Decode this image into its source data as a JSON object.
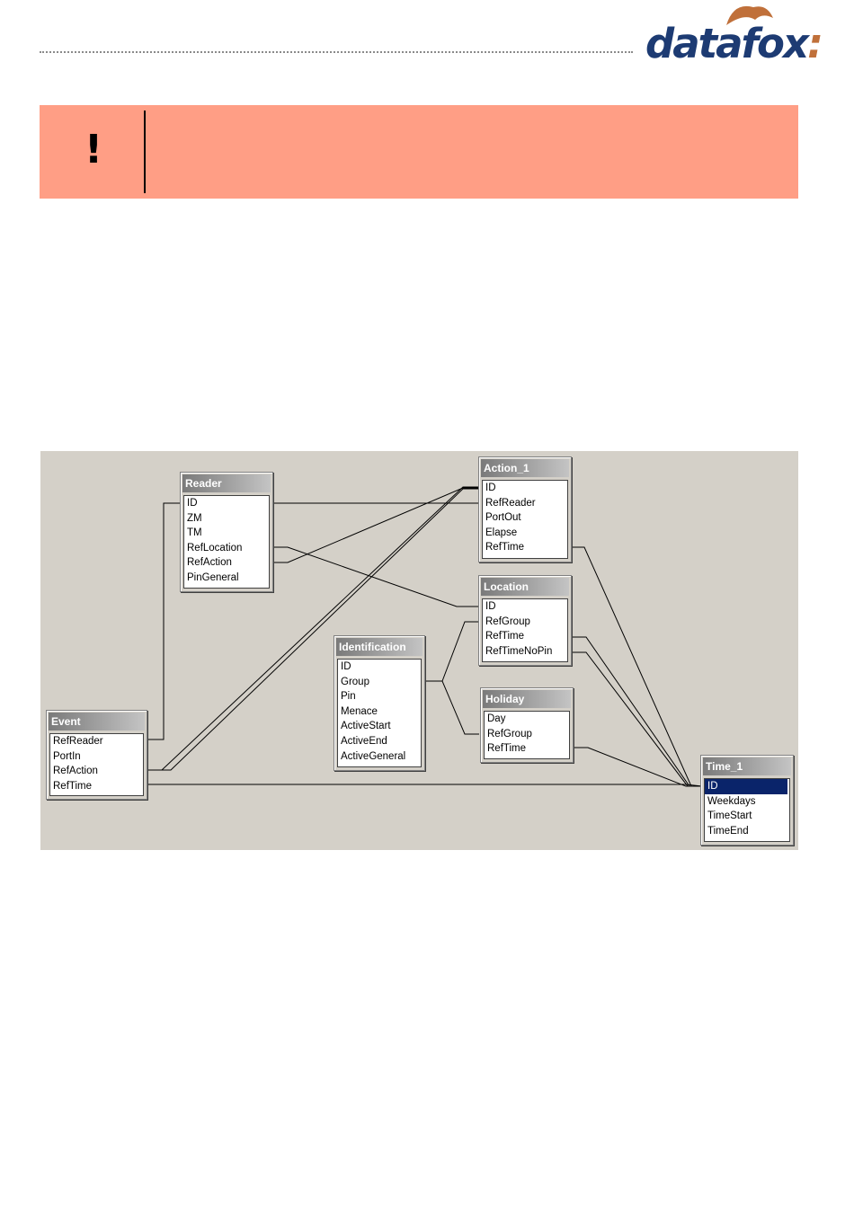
{
  "header": {
    "logo_text": "datafox",
    "logo_colon": ":"
  },
  "warning": {
    "icon": "exclamation-icon",
    "symbol": "!",
    "background": "#ff9e85"
  },
  "diagram": {
    "background": "#d4d0c8",
    "tables": [
      {
        "name": "Reader",
        "fields": [
          "ID",
          "ZM",
          "TM",
          "RefLocation",
          "RefAction",
          "PinGeneral"
        ]
      },
      {
        "name": "Action_1",
        "fields": [
          "ID",
          "RefReader",
          "PortOut",
          "Elapse",
          "RefTime"
        ]
      },
      {
        "name": "Location",
        "fields": [
          "ID",
          "RefGroup",
          "RefTime",
          "RefTimeNoPin"
        ]
      },
      {
        "name": "Identification",
        "fields": [
          "ID",
          "Group",
          "Pin",
          "Menace",
          "ActiveStart",
          "ActiveEnd",
          "ActiveGeneral"
        ]
      },
      {
        "name": "Holiday",
        "fields": [
          "Day",
          "RefGroup",
          "RefTime"
        ]
      },
      {
        "name": "Event",
        "fields": [
          "RefReader",
          "PortIn",
          "RefAction",
          "RefTime"
        ]
      },
      {
        "name": "Time_1",
        "fields": [
          "ID",
          "Weekdays",
          "TimeStart",
          "TimeEnd"
        ],
        "selected_field": "ID"
      }
    ]
  }
}
